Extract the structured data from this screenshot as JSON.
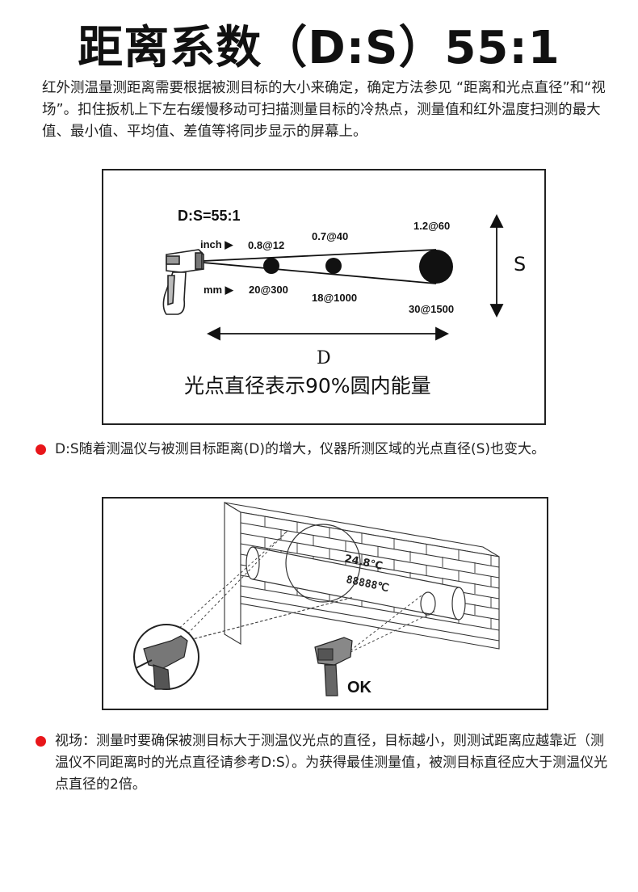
{
  "title": "距离系数（D:S）55:1",
  "intro": "红外测温量测距离需要根据被测目标的大小来确定，确定方法参见 “距离和光点直径”和“视场”。扣住扳机上下左右缓慢移动可扫描测量目标的冷热点，测量值和红外温度扫测的最大值、最小值、平均值、差值等将同步显示的屏幕上。",
  "diagram1": {
    "ratio_label": "D:S=55:1",
    "inch_label": "inch ▶",
    "mm_label": "mm ▶",
    "spots": [
      {
        "inch": "0.8@12",
        "mm": "20@300"
      },
      {
        "inch": "0.7@40",
        "mm": "18@1000"
      },
      {
        "inch": "1.2@60",
        "mm": "30@1500"
      }
    ],
    "s_label": "S",
    "d_label": "D",
    "caption": "光点直径表示90%圆内能量"
  },
  "bullet1": "D:S随着测温仪与被测目标距离(D)的增大，仪器所测区域的光点直径(S)也变大。",
  "diagram2": {
    "reading_top": "24.8℃",
    "reading_bottom": "88888℃",
    "ok_label": "OK"
  },
  "bullet2": "视场：测量时要确保被测目标大于测温仪光点的直径，目标越小，则测试距离应越靠近（测温仪不同距离时的光点直径请参考D:S）。为获得最佳测量值，被测目标直径应大于测温仪光点直径的2倍。",
  "colors": {
    "bullet": "#e8161a",
    "frame": "#222222"
  }
}
